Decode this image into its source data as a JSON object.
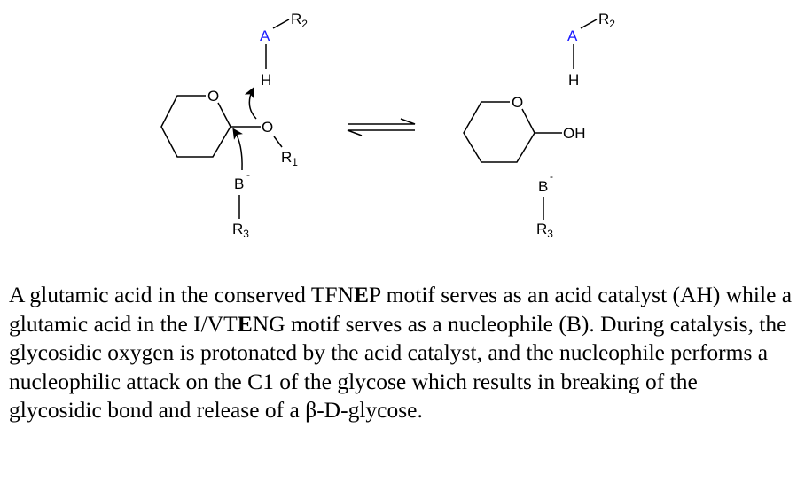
{
  "diagram": {
    "left": {
      "acid_atom": "A",
      "acid_r": "R",
      "acid_r_sub": "2",
      "h": "H",
      "ring_o": "O",
      "glycosidic_o": "O",
      "r1": "R",
      "r1_sub": "1",
      "base": "B",
      "charge": "-",
      "r3": "R",
      "r3_sub": "3"
    },
    "right": {
      "acid_atom": "A",
      "acid_r": "R",
      "acid_r_sub": "2",
      "h": "H",
      "ring_o": "O",
      "oh": "OH",
      "base": "B",
      "charge": "-",
      "r3": "R",
      "r3_sub": "3"
    },
    "colors": {
      "acid_atom": "#1a1aff",
      "line": "#000000"
    }
  },
  "caption": {
    "p1": "A glutamic acid in the conserved TFN",
    "b1": "E",
    "p2": "P motif serves as an acid catalyst (AH) while a glutamic acid in the I/VT",
    "b2": "E",
    "p3": "NG motif serves as a nucleophile (B). During catalysis, the glycosidic oxygen is protonated by the acid catalyst, and the nucleophile performs a nucleophilic attack on the C1 of the glycose which results in breaking of the glycosidic bond and release of a β-D-glycose."
  }
}
